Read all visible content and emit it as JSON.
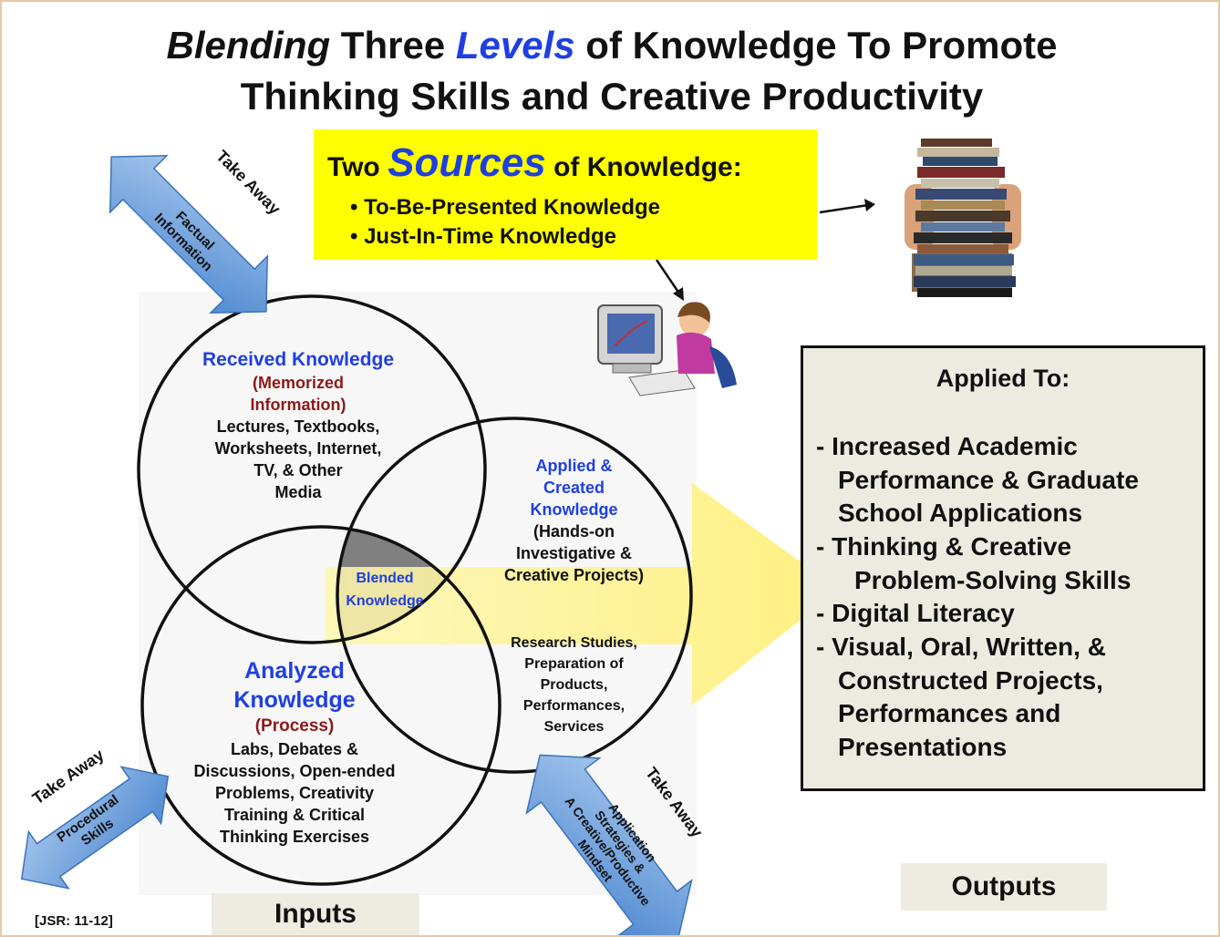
{
  "title": {
    "line1_pre": "Blending",
    "line1_mid": " Three ",
    "line1_blue": "Levels",
    "line1_post": " of Knowledge To Promote",
    "line2": "Thinking Skills and Creative Productivity"
  },
  "sources": {
    "pre": "Two ",
    "big": "Sources",
    "post": " of Knowledge:",
    "bullets": [
      "• To-Be-Presented Knowledge",
      "• Just-In-Time Knowledge"
    ]
  },
  "received": {
    "title": "Received Knowledge",
    "sub1": "(Memorized",
    "sub2": "Information)",
    "body": [
      "Lectures, Textbooks,",
      "Worksheets, Internet,",
      "TV, & Other",
      "Media"
    ]
  },
  "applied_created": {
    "title": [
      "Applied &",
      "Created",
      "Knowledge"
    ],
    "sub": [
      "(Hands-on",
      "Investigative &",
      "Creative Projects)"
    ],
    "body": [
      "Research Studies,",
      "Preparation of",
      "Products,",
      "Performances,",
      "Services"
    ]
  },
  "blended": [
    "Blended",
    "Knowledge"
  ],
  "analyzed": {
    "title": [
      "Analyzed",
      "Knowledge"
    ],
    "sub": "(Process)",
    "body": [
      "Labs, Debates &",
      "Discussions, Open-ended",
      "Problems, Creativity",
      "Training & Critical",
      "Thinking Exercises"
    ]
  },
  "applied_to": {
    "heading": "Applied To:",
    "items": [
      [
        "- Increased Academic",
        "  Performance  & Graduate",
        "  School Applications"
      ],
      [
        "-   Thinking & Creative",
        "    Problem-Solving Skills"
      ],
      [
        "-   Digital Literacy"
      ],
      [
        "- Visual, Oral, Written, &",
        "  Constructed Projects,",
        "  Performances and",
        "  Presentations"
      ]
    ]
  },
  "take_away": {
    "top_label": "Take Away",
    "top_arrow": [
      "Factual",
      "Information"
    ],
    "left_label": "Take Away",
    "left_arrow": [
      "Procedural",
      "Skills"
    ],
    "right_label": "Take Away",
    "right_arrow": [
      "Application",
      "Strategies &",
      "A Creative/Productive",
      "Mindset"
    ]
  },
  "inputs_label": "Inputs",
  "outputs_label": "Outputs",
  "citation": "[JSR: 11-12]",
  "colors": {
    "accent_blue": "#1f3fe0",
    "sub_red": "#8b1a1a",
    "yellow_box": "#ffff00",
    "arrow_fill": "#5b9bd5",
    "big_arrow": "#ffef7a",
    "panel": "#edebe0"
  },
  "icons": [
    "books-stack-icon",
    "computer-user-icon"
  ]
}
